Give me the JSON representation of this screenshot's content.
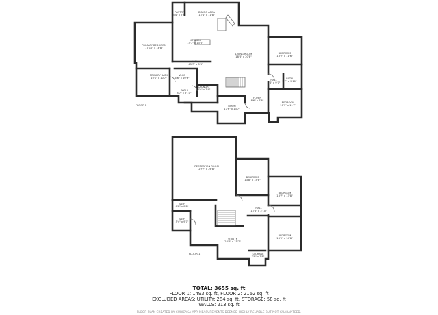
{
  "floor2": {
    "label": "FLOOR 2",
    "rooms": {
      "pantry": {
        "name": "PANTRY",
        "dim": "5'4\" x 7'4\""
      },
      "dining": {
        "name": "DINING AREA",
        "dim": "15'4\" x 11'8\""
      },
      "kitchen": {
        "name": "KITCHEN",
        "dim": "14'7\" x 13'6\""
      },
      "primary_bed": {
        "name": "PRIMARY BEDROOM",
        "dim": "17'10\" x 18'8\""
      },
      "living": {
        "name": "LIVING ROOM",
        "dim": "18'8\" x 20'8\""
      },
      "bed_a": {
        "name": "BEDROOM",
        "dim": "13'2\" x 11'6\""
      },
      "hall": {
        "name": "HALL",
        "dim": "45'7\" x 3'8\""
      },
      "primary_bath": {
        "name": "PRIMARY BATH",
        "dim": "10'1\" x 10'7\""
      },
      "wic": {
        "name": "W.I.C",
        "dim": "6'6\" x 10'6\""
      },
      "bath_a": {
        "name": "BATH",
        "dim": "5'7\" x 9'10\""
      },
      "laundry": {
        "name": "LAUNDRY",
        "dim": "8'4\" x 7'4\""
      },
      "foyer": {
        "name": "FOYER",
        "dim": "8'6\" x 7'6\""
      },
      "bath_b": {
        "name": "BATH",
        "dim": "8'7\" x 5'10\""
      },
      "hall_b": {
        "name": "HALL",
        "dim": "3'8\" x 9'7\""
      },
      "bed_b": {
        "name": "BEDROOM",
        "dim": "10'1\" x 11'7\""
      },
      "room": {
        "name": "ROOM",
        "dim": "17'6\" x 13'7\""
      }
    }
  },
  "floor1": {
    "label": "FLOOR 1",
    "rooms": {
      "rec": {
        "name": "RECREATION ROOM",
        "dim": "29'7\" x 26'8\""
      },
      "bed_c": {
        "name": "BEDROOM",
        "dim": "13'8\" x 14'8\""
      },
      "bed_d": {
        "name": "BEDROOM",
        "dim": "13'7\" x 13'8\""
      },
      "bath_c": {
        "name": "BATH",
        "dim": "9'8\" x 9'8\""
      },
      "hall_c": {
        "name": "HALL",
        "dim": "15'8\" x 3'10\""
      },
      "bath_d": {
        "name": "BATH",
        "dim": "5'4\" x 9'7\""
      },
      "bed_e": {
        "name": "BEDROOM",
        "dim": "13'9\" x 14'8\""
      },
      "utility": {
        "name": "UTILITY",
        "dim": "28'8\" x 15'7\""
      },
      "storage": {
        "name": "STORAGE",
        "dim": "7'8\" x 7'8\""
      }
    }
  },
  "summary": {
    "total": "TOTAL: 3655 sq. ft",
    "floors": "FLOOR 1: 1493 sq. ft, FLOOR 2: 2162 sq. ft",
    "excluded": "EXCLUDED AREAS: UTILITY: 284 sq. ft, STORAGE: 58 sq. ft",
    "walls": "WALLS: 213 sq. ft",
    "credit": "FLOOR PLAN CREATED BY CUBICASA APP. MEASUREMENTS DEEMED HIGHLY RELIABLE BUT NOT GUARANTEED."
  }
}
